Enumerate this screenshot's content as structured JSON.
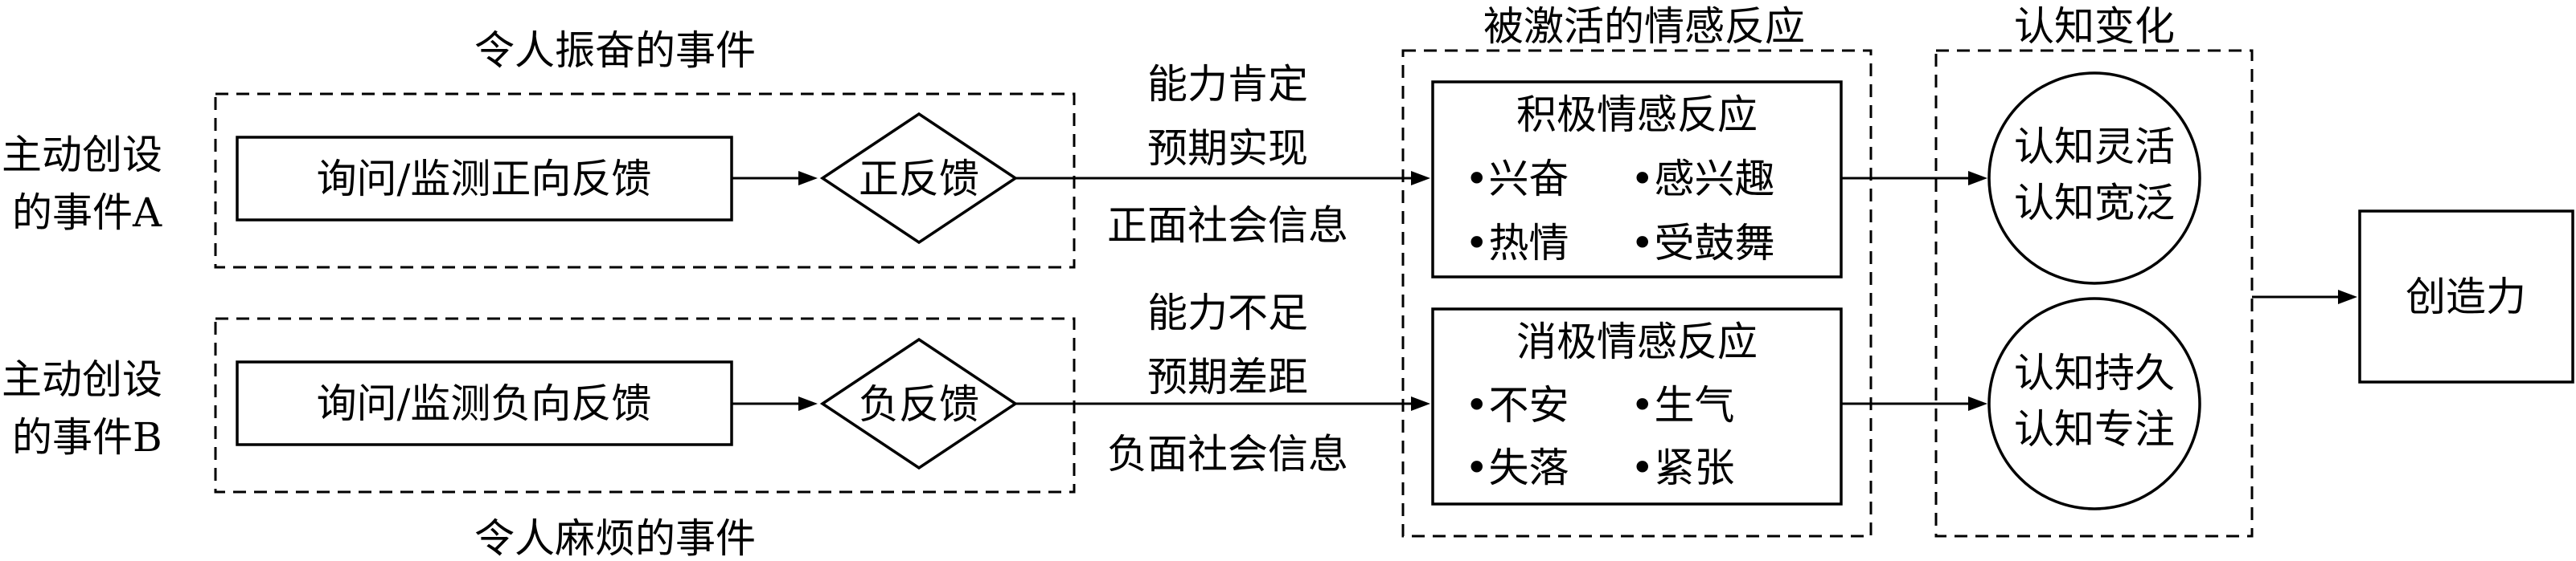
{
  "positive_event": {
    "side_label_line1": "主动创设",
    "side_label_line2": "的事件A",
    "group_title": "令人振奋的事件",
    "inquiry": "询问/监测正向反馈",
    "feedback": "正反馈",
    "signal_line1": "能力肯定",
    "signal_line2": "预期实现",
    "signal_line3": "正面社会信息"
  },
  "negative_event": {
    "side_label_line1": "主动创设",
    "side_label_line2": "的事件B",
    "group_title": "令人麻烦的事件",
    "inquiry": "询问/监测负向反馈",
    "feedback": "负反馈",
    "signal_line1": "能力不足",
    "signal_line2": "预期差距",
    "signal_line3": "负面社会信息"
  },
  "emotion_group": {
    "title": "被激活的情感反应",
    "positive": {
      "title": "积极情感反应",
      "items": [
        "•兴奋",
        "•感兴趣",
        "•热情",
        "•受鼓舞"
      ]
    },
    "negative": {
      "title": "消极情感反应",
      "items": [
        "•不安",
        "•生气",
        "•失落",
        "•紧张"
      ]
    }
  },
  "cognition_group": {
    "title": "认知变化",
    "top_line1": "认知灵活",
    "top_line2": "认知宽泛",
    "bottom_line1": "认知持久",
    "bottom_line2": "认知专注"
  },
  "outcome": "创造力"
}
